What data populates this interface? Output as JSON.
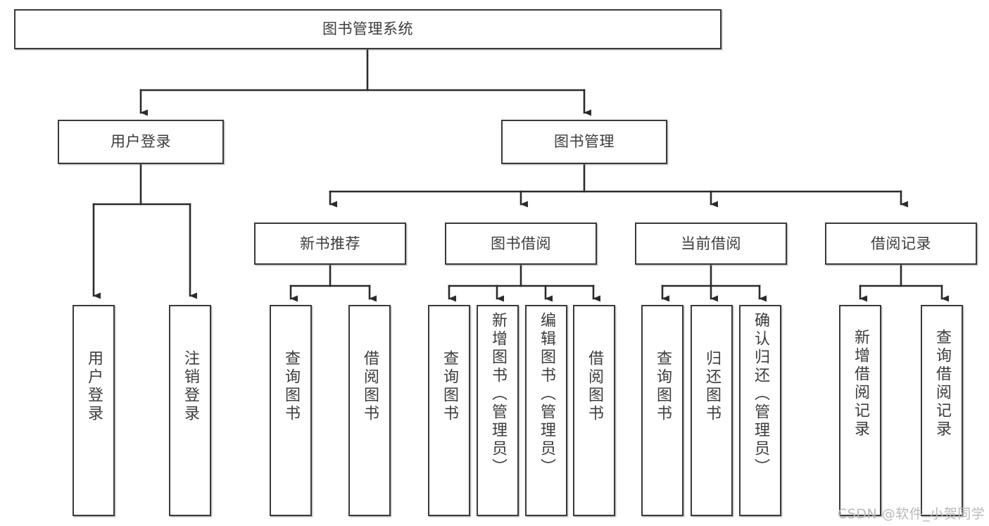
{
  "diagram": {
    "type": "hierarchy-tree",
    "title": "图书管理系统",
    "orientation": "top-down",
    "colors": {
      "box_border": "#3a3a3a",
      "box_fill": "#ffffff",
      "text": "#3c3c3c",
      "connector": "#2b2b2b",
      "watermark": "#b9b9b9"
    },
    "root": {
      "label": "图书管理系统"
    },
    "level2": [
      {
        "id": "user-login",
        "label": "用户登录"
      },
      {
        "id": "book-manage",
        "label": "图书管理"
      }
    ],
    "level3": [
      {
        "id": "new-book-recommend",
        "label": "新书推荐"
      },
      {
        "id": "book-borrow",
        "label": "图书借阅"
      },
      {
        "id": "current-borrow",
        "label": "当前借阅"
      },
      {
        "id": "borrow-record",
        "label": "借阅记录"
      }
    ],
    "leaves": {
      "user_login": [
        {
          "id": "leaf-user-login",
          "label": "用户登录"
        },
        {
          "id": "leaf-logout-login",
          "label": "注销登录"
        }
      ],
      "new_book_recommend": [
        {
          "id": "leaf-query-book-1",
          "label": "查询图书"
        },
        {
          "id": "leaf-borrow-book-1",
          "label": "借阅图书"
        }
      ],
      "book_borrow": [
        {
          "id": "leaf-query-book-2",
          "label": "查询图书"
        },
        {
          "id": "leaf-add-book",
          "label": "新增图书（管理员）"
        },
        {
          "id": "leaf-edit-book",
          "label": "编辑图书（管理员）"
        },
        {
          "id": "leaf-borrow-book-2",
          "label": "借阅图书"
        }
      ],
      "current_borrow": [
        {
          "id": "leaf-query-book-3",
          "label": "查询图书"
        },
        {
          "id": "leaf-return-book",
          "label": "归还图书"
        },
        {
          "id": "leaf-confirm-return",
          "label": "确认归还（管理员）"
        }
      ],
      "borrow_record": [
        {
          "id": "leaf-add-record",
          "label": "新增借阅记录"
        },
        {
          "id": "leaf-query-record",
          "label": "查询借阅记录"
        }
      ]
    }
  },
  "watermark": {
    "text": "CSDN @软件_小贺同学"
  }
}
